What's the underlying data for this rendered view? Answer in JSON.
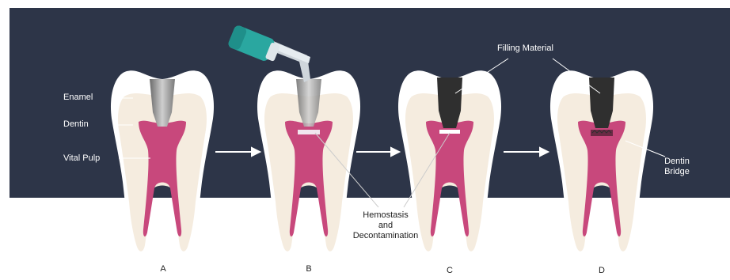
{
  "labels": {
    "enamel": "Enamel",
    "dentin": "Dentin",
    "vital_pulp": "Vital Pulp",
    "filling_material": "Filling Material",
    "hemostasis": [
      "Hemostasis",
      "and",
      "Decontamination"
    ],
    "dentin_bridge": [
      "Dentin",
      "Bridge"
    ]
  },
  "panels": [
    "A",
    "B",
    "C",
    "D"
  ],
  "colors": {
    "background_band": "#2d3548",
    "enamel": "#ffffff",
    "dentin": "#f5ecdf",
    "pulp": "#c8487c",
    "filling": "#2f2f2f",
    "applicator_cap": "#2aa7a0",
    "arrow": "#ffffff"
  },
  "icons": [
    "tooth-icon",
    "applicator-icon",
    "arrow-right-icon"
  ]
}
